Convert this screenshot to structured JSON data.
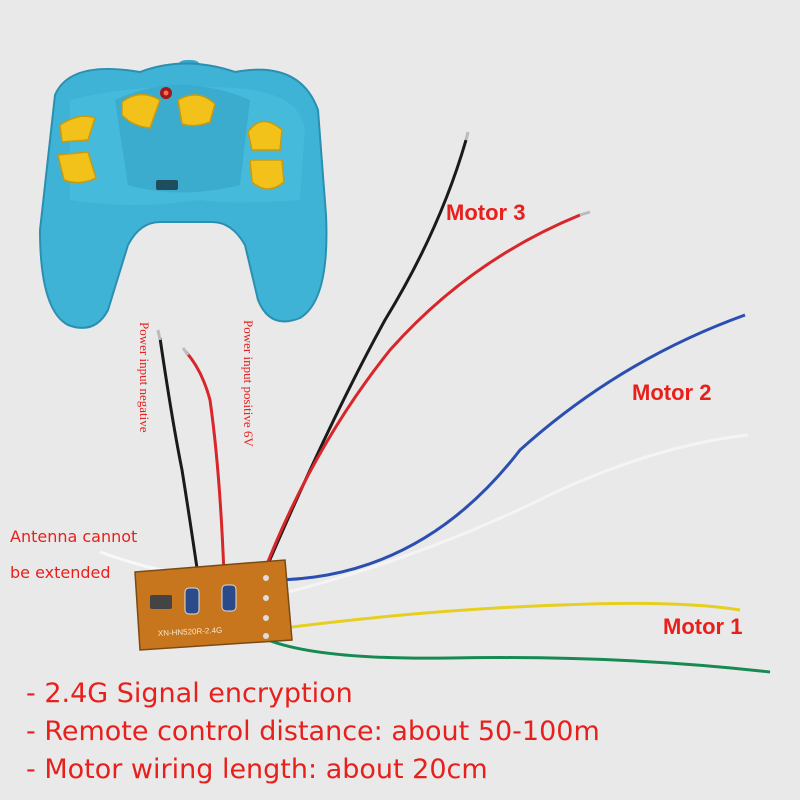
{
  "remote": {
    "body_color": "#3fb3d6",
    "button_color": "#f2c21b"
  },
  "wires": [
    {
      "id": "motor3-black",
      "color": "#1a1a1a"
    },
    {
      "id": "motor3-red",
      "color": "#d8262a"
    },
    {
      "id": "motor2-blue",
      "color": "#2a4fb0"
    },
    {
      "id": "motor2-white",
      "color": "#f4f4f4"
    },
    {
      "id": "motor1-yellow",
      "color": "#e6cf1e"
    },
    {
      "id": "motor1-green",
      "color": "#178a52"
    }
  ],
  "labels": {
    "motor3": "Motor 3",
    "motor2": "Motor 2",
    "motor1": "Motor 1",
    "power_negative": "Power input negative",
    "power_positive": "Power input positive 6V",
    "antenna_line1": "Antenna cannot",
    "antenna_line2": "be extended"
  },
  "board": {
    "marking": "XN-HN520R-2.4G",
    "color": "#c8761e"
  },
  "features": [
    "- 2.4G Signal encryption",
    "- Remote control distance: about  50-100m",
    "- Motor wiring length: about 20cm"
  ],
  "label_color": "#e8201c"
}
